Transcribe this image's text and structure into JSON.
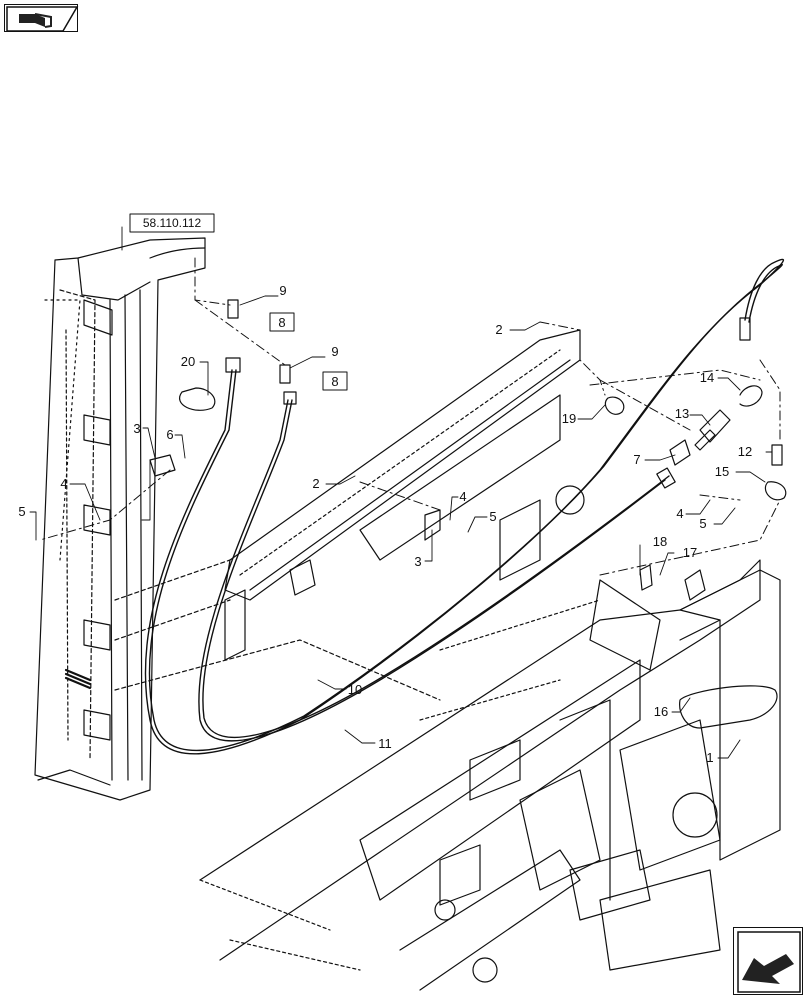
{
  "diagram": {
    "reference_box": "58.110.112",
    "boxed_callout": "8",
    "callouts": [
      {
        "id": "c9a",
        "text": "9"
      },
      {
        "id": "c9b",
        "text": "9"
      },
      {
        "id": "c20",
        "text": "20"
      },
      {
        "id": "c2a",
        "text": "2"
      },
      {
        "id": "c2b",
        "text": "2"
      },
      {
        "id": "c3a",
        "text": "3"
      },
      {
        "id": "c3b",
        "text": "3"
      },
      {
        "id": "c4a",
        "text": "4"
      },
      {
        "id": "c4b",
        "text": "4"
      },
      {
        "id": "c4c",
        "text": "4"
      },
      {
        "id": "c5a",
        "text": "5"
      },
      {
        "id": "c5b",
        "text": "5"
      },
      {
        "id": "c5c",
        "text": "5"
      },
      {
        "id": "c6",
        "text": "6"
      },
      {
        "id": "c7",
        "text": "7"
      },
      {
        "id": "c10",
        "text": "10"
      },
      {
        "id": "c11",
        "text": "11"
      },
      {
        "id": "c12",
        "text": "12"
      },
      {
        "id": "c13",
        "text": "13"
      },
      {
        "id": "c14",
        "text": "14"
      },
      {
        "id": "c15",
        "text": "15"
      },
      {
        "id": "c16",
        "text": "16"
      },
      {
        "id": "c17",
        "text": "17"
      },
      {
        "id": "c18",
        "text": "18"
      },
      {
        "id": "c19",
        "text": "19"
      },
      {
        "id": "c1",
        "text": "1"
      }
    ]
  },
  "navigation": {
    "top_icon": "book-page-icon",
    "bottom_icon": "return-arrow-icon"
  }
}
